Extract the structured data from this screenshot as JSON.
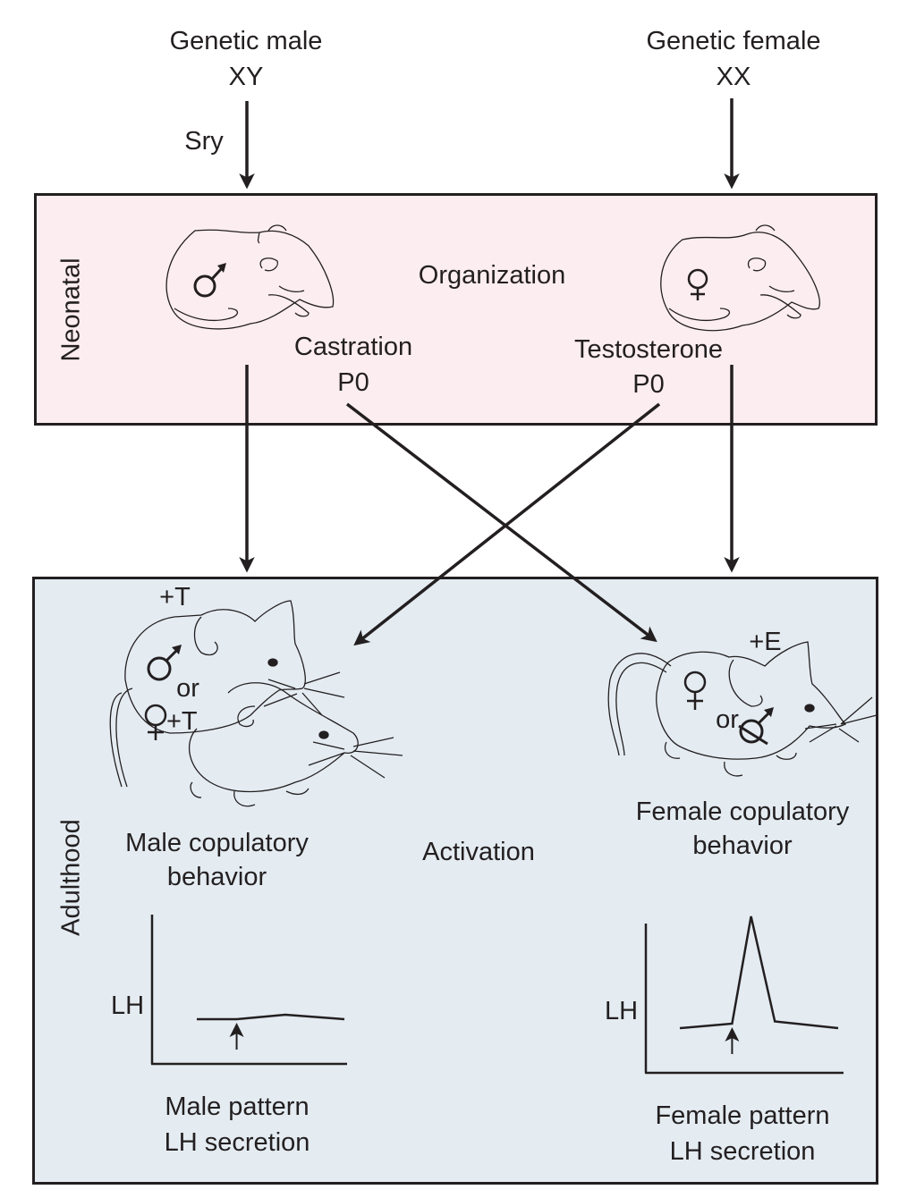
{
  "top": {
    "male_title": "Genetic male",
    "male_karyotype": "XY",
    "female_title": "Genetic female",
    "female_karyotype": "XX",
    "sry_label": "Sry"
  },
  "neonatal": {
    "stage_label": "Neonatal",
    "process_label": "Organization",
    "male_pup_symbol": "♂",
    "female_pup_symbol": "♀",
    "castration_label": "Castration",
    "castration_time": "P0",
    "testosterone_label": "Testosterone",
    "testosterone_time": "P0",
    "fill_color": "#fcedf0"
  },
  "adulthood": {
    "stage_label": "Adulthood",
    "process_label": "Activation",
    "fill_color": "#e4ecf2",
    "male_side": {
      "treatment": "+T",
      "symbol_a": "♂",
      "or": "or",
      "symbol_b": "♀+T",
      "behavior_line1": "Male copulatory",
      "behavior_line2": "behavior",
      "axis_label": "LH",
      "caption_line1": "Male pattern",
      "caption_line2": "LH secretion"
    },
    "female_side": {
      "treatment": "+E",
      "symbol_a": "♀",
      "or": "or",
      "symbol_b": "castrated ♂",
      "behavior_line1": "Female copulatory",
      "behavior_line2": "behavior",
      "axis_label": "LH",
      "caption_line1": "Female pattern",
      "caption_line2": "LH secretion"
    }
  },
  "chart_data": [
    {
      "type": "line",
      "title": "Male pattern LH secretion",
      "xlabel": "",
      "ylabel": "LH",
      "x": [
        0,
        1,
        2,
        3
      ],
      "values": [
        2,
        2,
        2.2,
        2
      ],
      "stimulus_marker_x": 1,
      "ylim": [
        0,
        7
      ]
    },
    {
      "type": "line",
      "title": "Female pattern LH secretion",
      "xlabel": "",
      "ylabel": "LH",
      "x": [
        0,
        1,
        2,
        3,
        4
      ],
      "values": [
        2,
        2.2,
        7,
        2.3,
        2
      ],
      "stimulus_marker_x": 1,
      "ylim": [
        0,
        7
      ]
    }
  ]
}
